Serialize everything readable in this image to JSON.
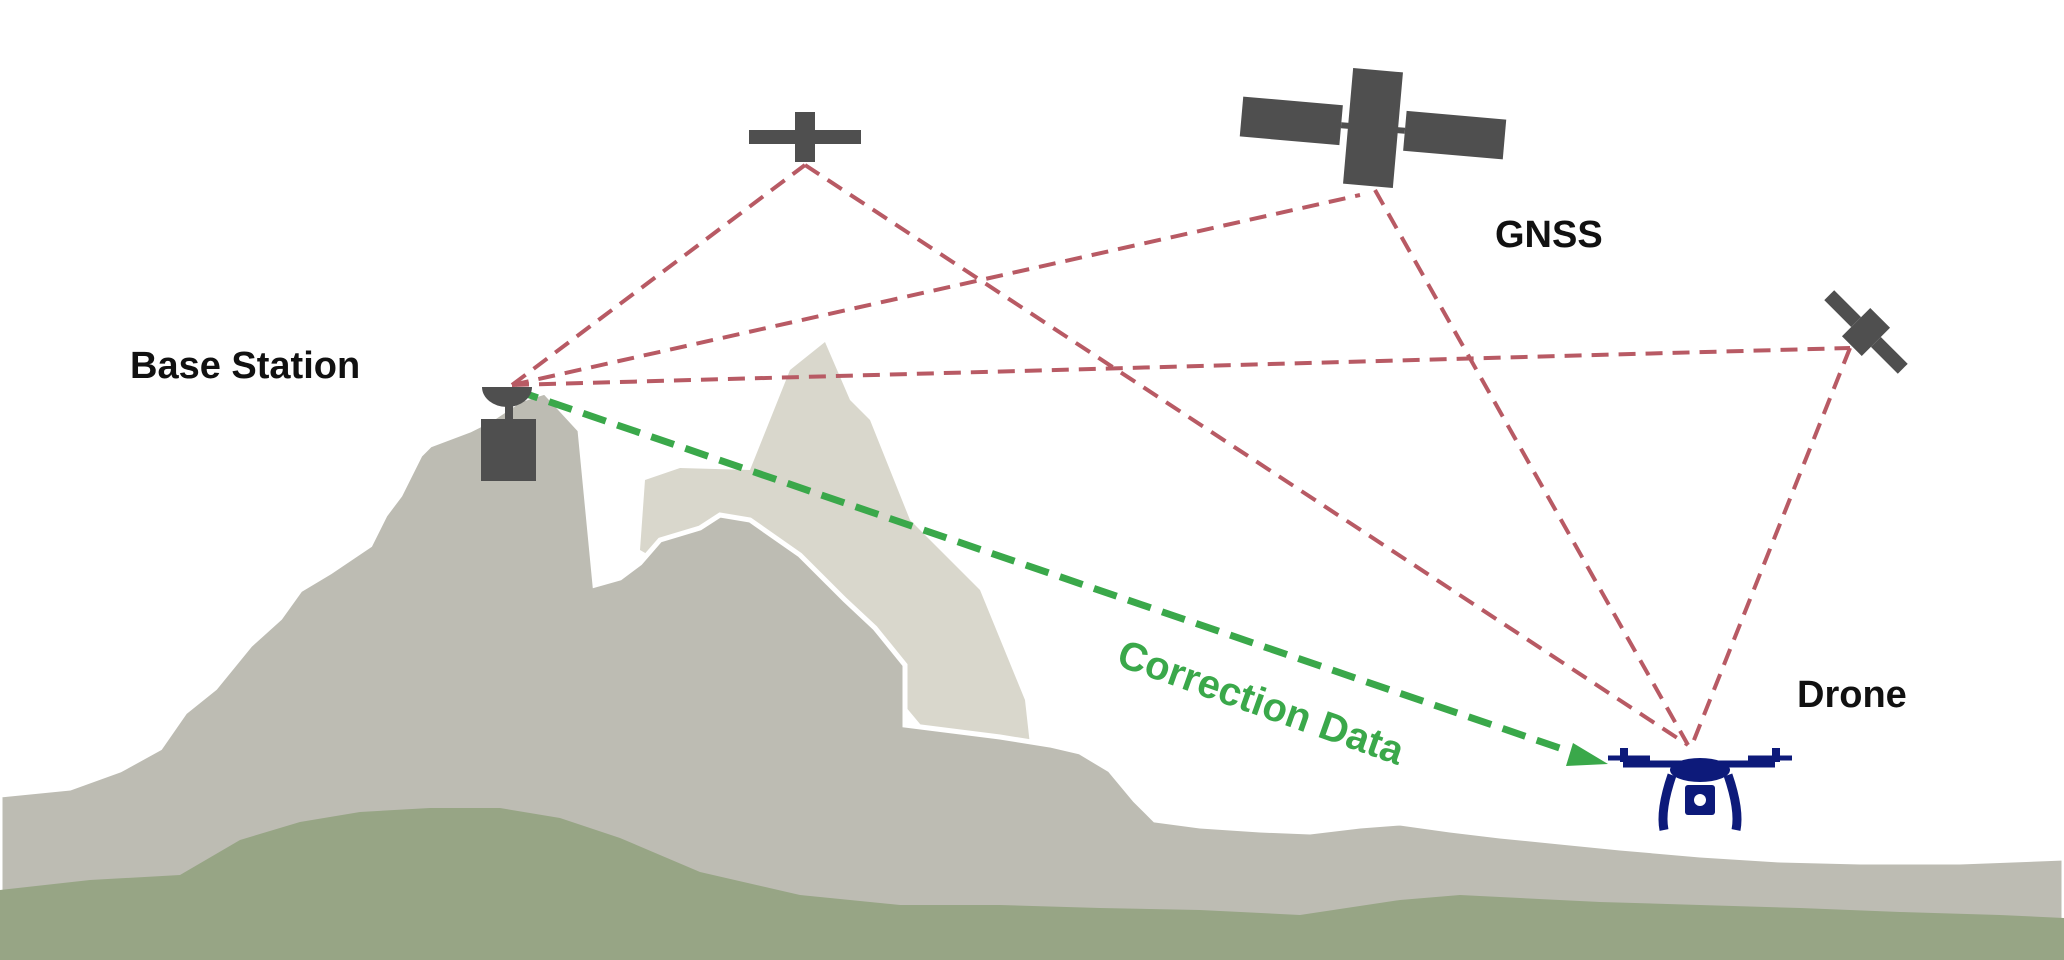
{
  "labels": {
    "base_station": "Base Station",
    "gnss": "GNSS",
    "drone": "Drone",
    "correction": "Correction Data"
  },
  "colors": {
    "signal": "#b85a64",
    "correction": "#3aa84a",
    "drone": "#0d1a7a",
    "satellite": "#4f4f4f",
    "mountain": "#bdbcb3",
    "mountain_light": "#d9d7cc",
    "grass": "#97a585"
  },
  "icons": [
    "satellite-icon",
    "satellite-icon",
    "satellite-icon",
    "base-station-antenna-icon",
    "drone-icon"
  ]
}
